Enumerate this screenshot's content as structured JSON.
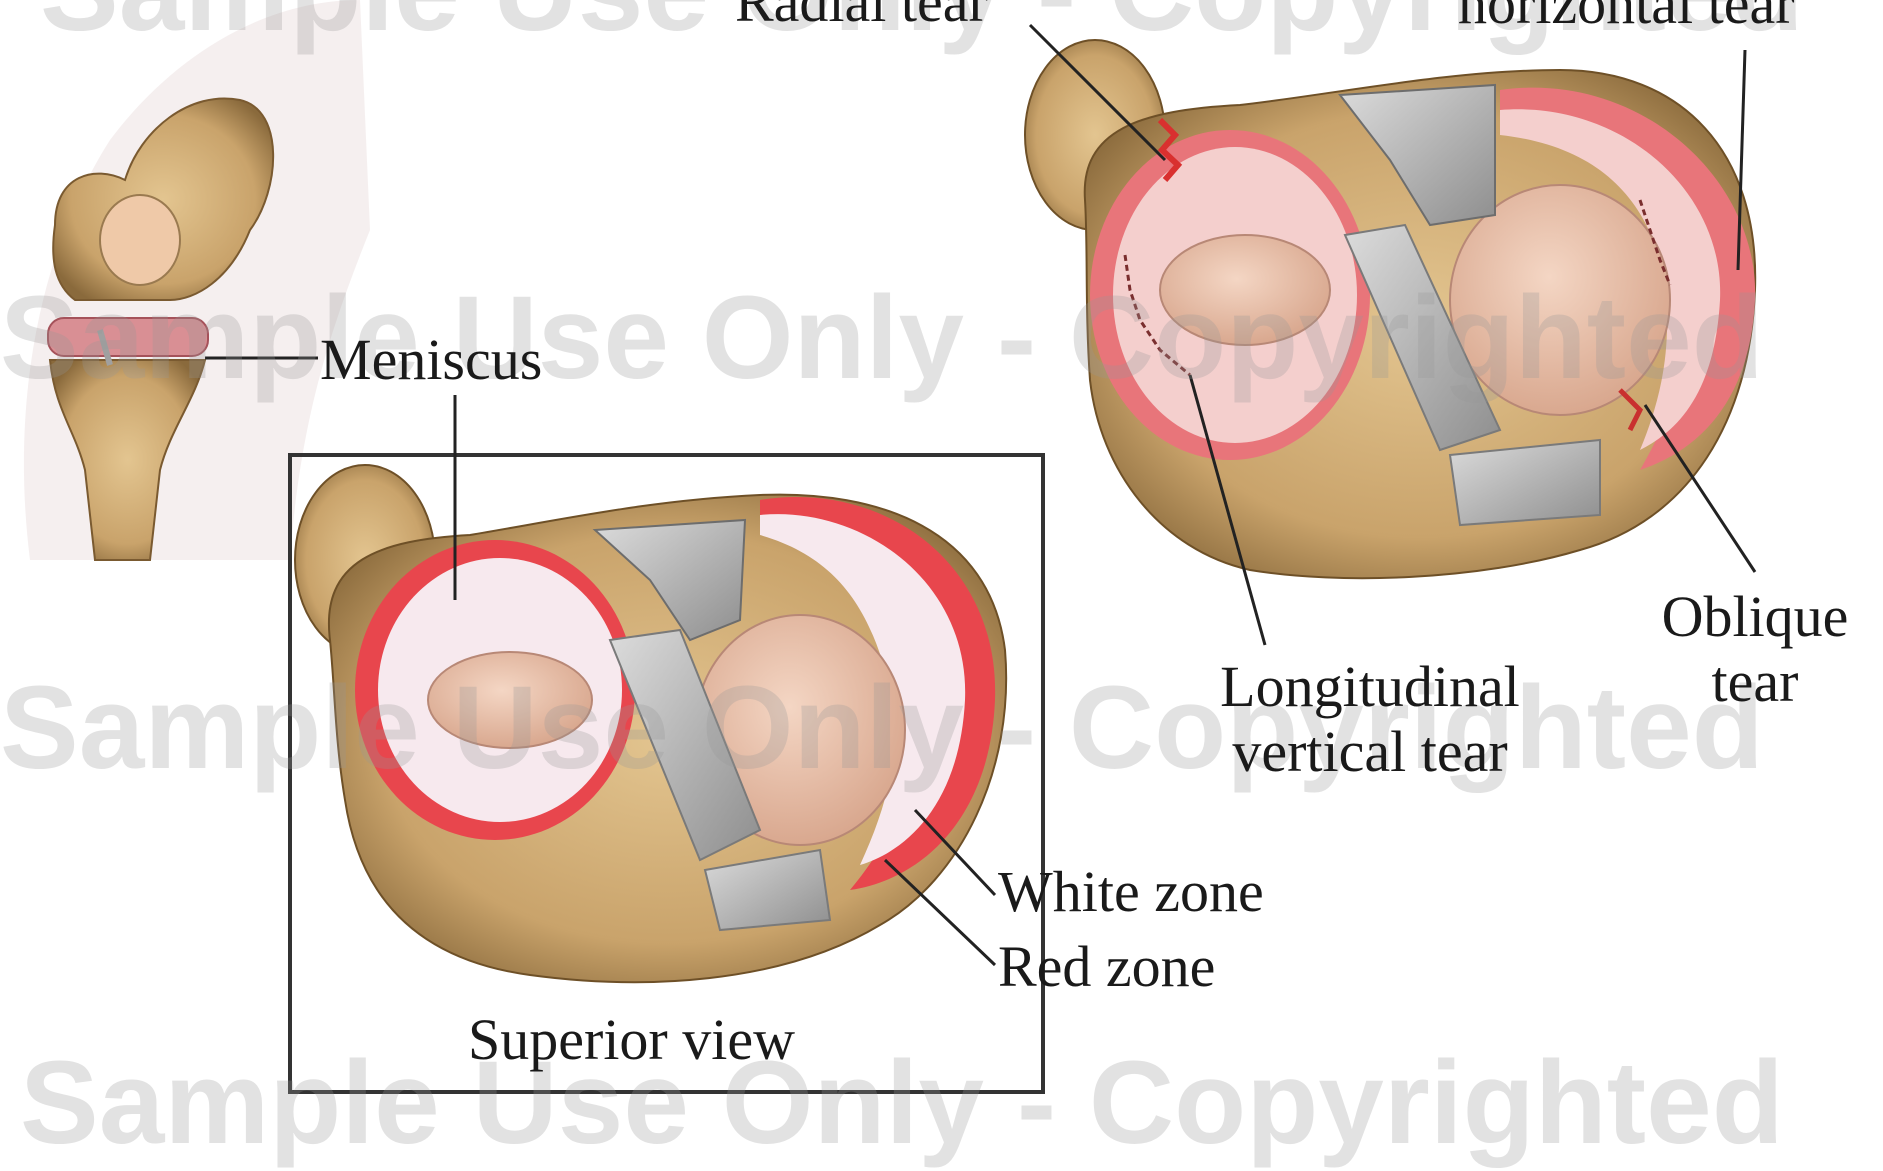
{
  "labels": {
    "radial_tear": "Radial tear",
    "horizontal_tear": "horizontal tear",
    "meniscus": "Meniscus",
    "longitudinal_line1": "Longitudinal",
    "longitudinal_line2": "vertical tear",
    "oblique_line1": "Oblique",
    "oblique_line2": "tear",
    "white_zone": "White zone",
    "red_zone": "Red zone",
    "superior_view": "Superior view"
  },
  "watermark": {
    "row1": "Sample Use Only - Copyrighted",
    "row2": "Sample Use Only - Copyrighted",
    "row3": "Sample Use Only - Copyrighted",
    "row4": "Sample Use Only - Copyrighted"
  },
  "colors": {
    "bone": "#c9a36b",
    "bone_dark": "#8a6a3c",
    "meniscus_pink": "#f4d3d0",
    "red_zone": "#e2464a",
    "white_zone": "#f7e9ee",
    "ligament": "#b8b8b8"
  }
}
